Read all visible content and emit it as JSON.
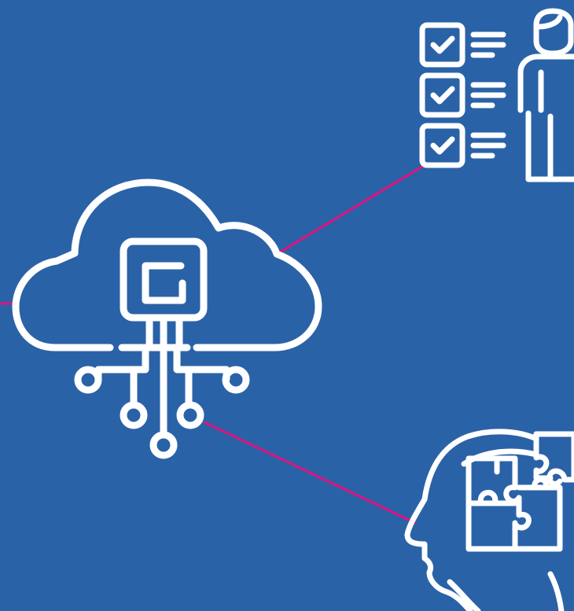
{
  "colors": {
    "background": "#2a62a7",
    "icon_stroke": "#ffffff",
    "connector": "#e0137f"
  },
  "nodes": [
    {
      "id": "cloud-computing",
      "icon": "cloud-chip-icon"
    },
    {
      "id": "checklist-person",
      "icon": "checklist-person-icon"
    },
    {
      "id": "puzzle-mind",
      "icon": "head-puzzle-icon"
    }
  ],
  "connectors": [
    {
      "from": "cloud-computing",
      "to": "checklist-person"
    },
    {
      "from": "cloud-computing",
      "to": "puzzle-mind"
    },
    {
      "from": "cloud-computing",
      "to": "offscreen-left"
    }
  ]
}
